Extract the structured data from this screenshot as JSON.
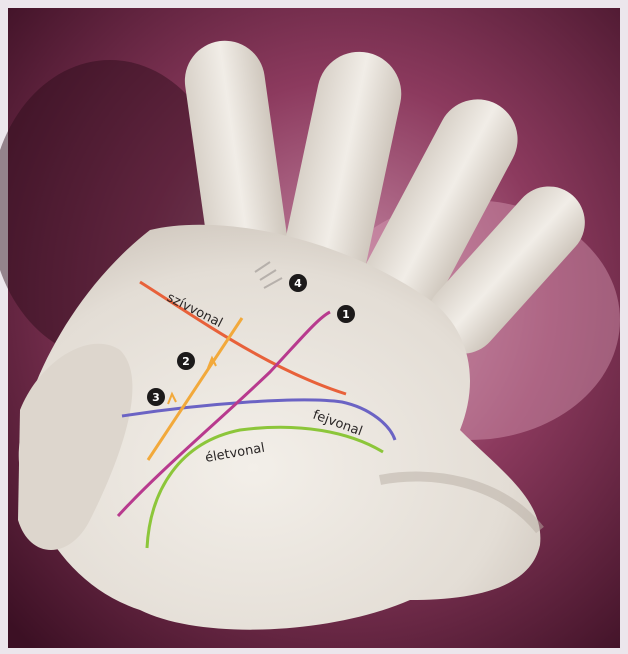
{
  "labels": {
    "heart_line": "szívvonal",
    "head_line": "fejvonal",
    "life_line": "életvonal"
  },
  "markers": [
    "1",
    "2",
    "3",
    "4"
  ],
  "colors": {
    "heart_line": "#e8613a",
    "head_line": "#6b63c4",
    "life_line": "#8cc63a",
    "fate_line": "#b83a8e",
    "orange_line": "#f2a93b",
    "marker_fill": "#1c1a1a",
    "background_dark": "#4a1830",
    "background_light": "#c78aa6",
    "palm": "#e7e2dc"
  },
  "icons": {
    "markers": "numbered-circle",
    "hand": "open-palm"
  }
}
